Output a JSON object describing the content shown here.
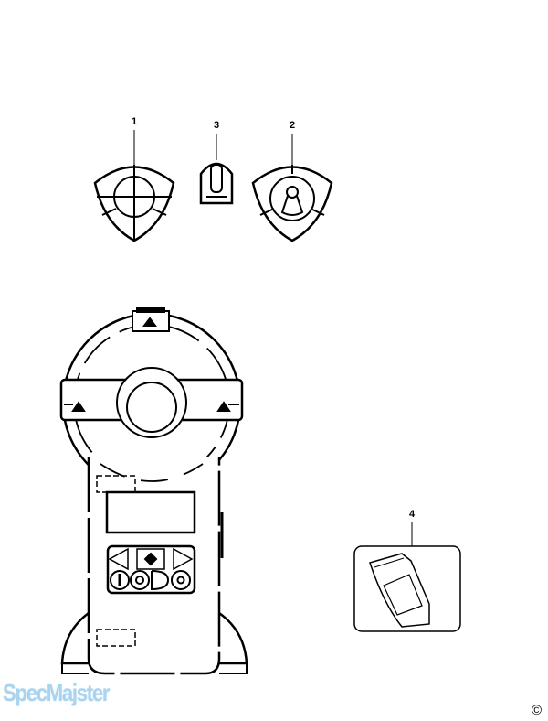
{
  "callouts": [
    {
      "number": "1",
      "part": "target-cap"
    },
    {
      "number": "3",
      "part": "clip"
    },
    {
      "number": "2",
      "part": "wall-mount-cap"
    },
    {
      "number": "4",
      "part": "bag"
    }
  ],
  "watermark": "SpecMajster",
  "copyright": "©"
}
